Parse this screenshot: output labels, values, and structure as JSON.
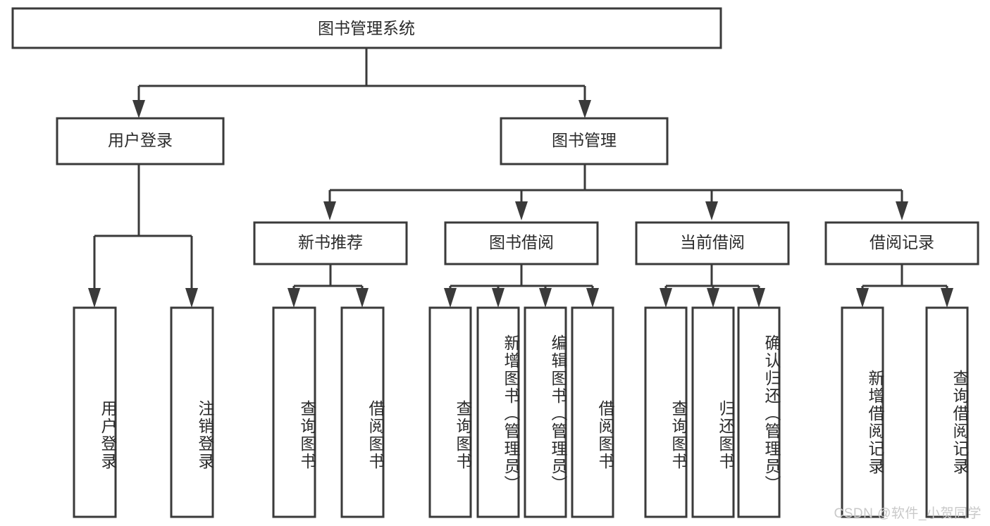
{
  "diagram": {
    "title": "图书管理系统",
    "type": "hierarchy-tree",
    "watermark": "CSDN @软件_小贺同学",
    "colors": {
      "stroke": "#3a3a3a",
      "fill": "#ffffff",
      "text": "#2b2b2b",
      "watermark": "#c9c9c9",
      "background": "#ffffff"
    },
    "levels": {
      "root": {
        "label": "图书管理系统"
      },
      "level2": [
        {
          "id": "user-login",
          "label": "用户登录"
        },
        {
          "id": "book-management",
          "label": "图书管理"
        }
      ],
      "level3": [
        {
          "id": "new-book-recommend",
          "label": "新书推荐",
          "parent": "book-management"
        },
        {
          "id": "book-borrow",
          "label": "图书借阅",
          "parent": "book-management"
        },
        {
          "id": "current-borrow",
          "label": "当前借阅",
          "parent": "book-management"
        },
        {
          "id": "borrow-record",
          "label": "借阅记录",
          "parent": "book-management"
        }
      ],
      "leaves": [
        {
          "id": "leaf-user-login",
          "label": "用户登录",
          "parent": "user-login"
        },
        {
          "id": "leaf-logout-login",
          "label": "注销登录",
          "parent": "user-login"
        },
        {
          "id": "leaf-query-book-1",
          "label": "查询图书",
          "parent": "new-book-recommend"
        },
        {
          "id": "leaf-borrow-book-1",
          "label": "借阅图书",
          "parent": "new-book-recommend"
        },
        {
          "id": "leaf-query-book-2",
          "label": "查询图书",
          "parent": "book-borrow"
        },
        {
          "id": "leaf-add-book",
          "label": "新增图书（管理员）",
          "parent": "book-borrow"
        },
        {
          "id": "leaf-edit-book",
          "label": "编辑图书（管理员）",
          "parent": "book-borrow"
        },
        {
          "id": "leaf-borrow-book-2",
          "label": "借阅图书",
          "parent": "book-borrow"
        },
        {
          "id": "leaf-query-book-3",
          "label": "查询图书",
          "parent": "current-borrow"
        },
        {
          "id": "leaf-return-book",
          "label": "归还图书",
          "parent": "current-borrow"
        },
        {
          "id": "leaf-confirm-return",
          "label": "确认归还（管理员）",
          "parent": "current-borrow"
        },
        {
          "id": "leaf-add-record",
          "label": "新增借阅记录",
          "parent": "borrow-record"
        },
        {
          "id": "leaf-query-record",
          "label": "查询借阅记录",
          "parent": "borrow-record"
        }
      ]
    }
  }
}
